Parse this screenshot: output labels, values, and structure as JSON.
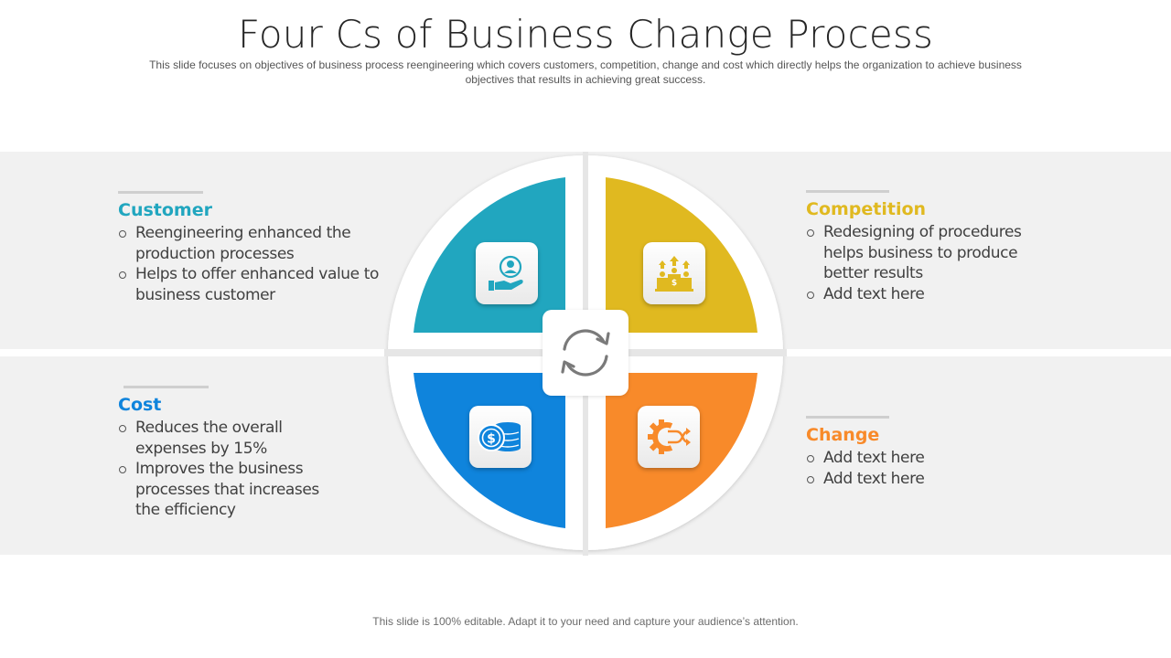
{
  "title": "Four Cs of Business Change Process",
  "subtitle": "This slide focuses on objectives of business process reengineering  which covers customers, competition, change and cost which directly helps the organization to achieve business objectives  that results in achieving  great  success.",
  "footer": "This slide is 100% editable. Adapt it to your need and capture your audience’s attention.",
  "colors": {
    "customer": "#21a6bf",
    "competition": "#e0b920",
    "cost": "#0f84dc",
    "change": "#f88a2a",
    "band": "#f1f1f1"
  },
  "icons": {
    "customer": "hand-user-icon",
    "competition": "podium-icon",
    "cost": "coins-icon",
    "change": "gear-arrows-icon",
    "center": "refresh-icon"
  },
  "sections": {
    "customer": {
      "heading": "Customer",
      "items": [
        "Reengineering enhanced the production processes",
        "Helps to offer enhanced value to business customer"
      ]
    },
    "competition": {
      "heading": "Competition",
      "items": [
        "Redesigning of procedures helps business to produce better results",
        "Add text here"
      ]
    },
    "cost": {
      "heading": "Cost",
      "items": [
        "Reduces the overall expenses by 15%",
        "Improves the business processes that increases the efficiency"
      ]
    },
    "change": {
      "heading": "Change",
      "items": [
        "Add text here",
        "Add text here"
      ]
    }
  }
}
